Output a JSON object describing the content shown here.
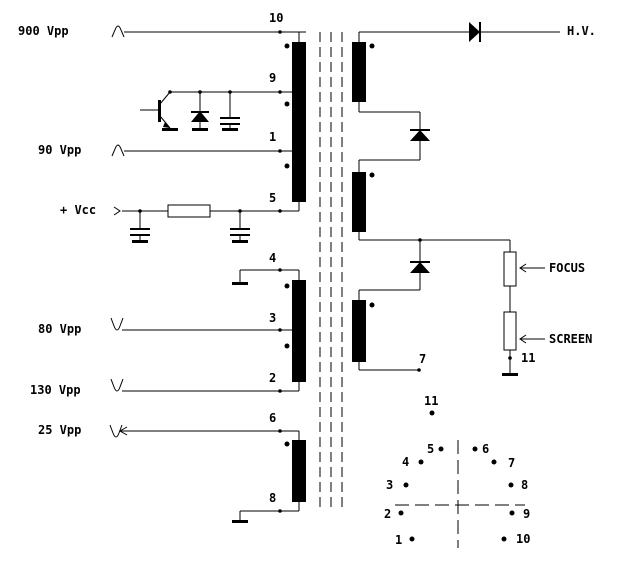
{
  "signals": {
    "v900": "900 Vpp",
    "v90": "90 Vpp",
    "vcc": "+ Vcc",
    "v80": "80 Vpp",
    "v130": "130 Vpp",
    "v25": "25 Vpp"
  },
  "outputs": {
    "hv": "H.V.",
    "focus": "FOCUS",
    "screen": "SCREEN"
  },
  "pins": {
    "p10": "10",
    "p9": "9",
    "p1": "1",
    "p5": "5",
    "p4": "4",
    "p3": "3",
    "p2": "2",
    "p6": "6",
    "p8": "8",
    "p7": "7",
    "p11": "11"
  },
  "pinout": {
    "p11": "11",
    "p5": "5",
    "p6": "6",
    "p4": "4",
    "p7": "7",
    "p3": "3",
    "p8": "8",
    "p2": "2",
    "p9": "9",
    "p1": "1",
    "p10": "10"
  }
}
